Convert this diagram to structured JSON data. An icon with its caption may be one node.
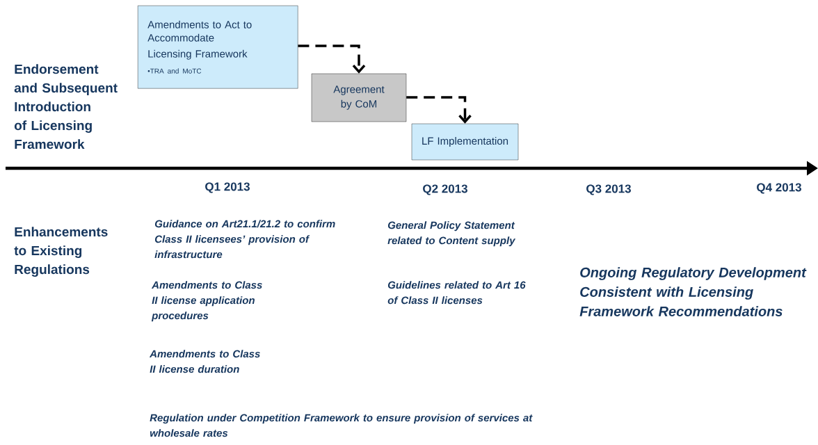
{
  "diagram": {
    "nodes": [
      {
        "text": [
          "Amendments to Act to Accommodate",
          "Licensing Framework",
          "•TRA and MoTC"
        ]
      },
      {
        "text": [
          "Agreement by CoM"
        ]
      },
      {
        "text": [
          "LF Implementation"
        ]
      }
    ],
    "edges": [
      {
        "from": 0,
        "to": 1,
        "arrow": "to",
        "style": "dashed"
      },
      {
        "from": 1,
        "to": 2,
        "arrow": "to",
        "style": "dashed"
      }
    ],
    "labels": [
      "Endorsement and Subsequent Introduction of Licensing Framework",
      "Q1 2013",
      "Q2 2013",
      "Q3 2013",
      "Q4 2013",
      "Enhancements to Existing Regulations",
      "Guidance on Art21.1/21.2 to confirm Class II licensees’ provision of infrastructure",
      "General Policy Statement related to Content supply",
      "Amendments to Class II license application procedures",
      "Guidelines related to Art 16 of Class II licenses",
      "Ongoing Regulatory Development Consistent with Licensing Framework Recommendations",
      "Amendments to Class II license duration",
      "Regulation under Competition Framework to ensure provision of services at wholesale rates"
    ]
  }
}
